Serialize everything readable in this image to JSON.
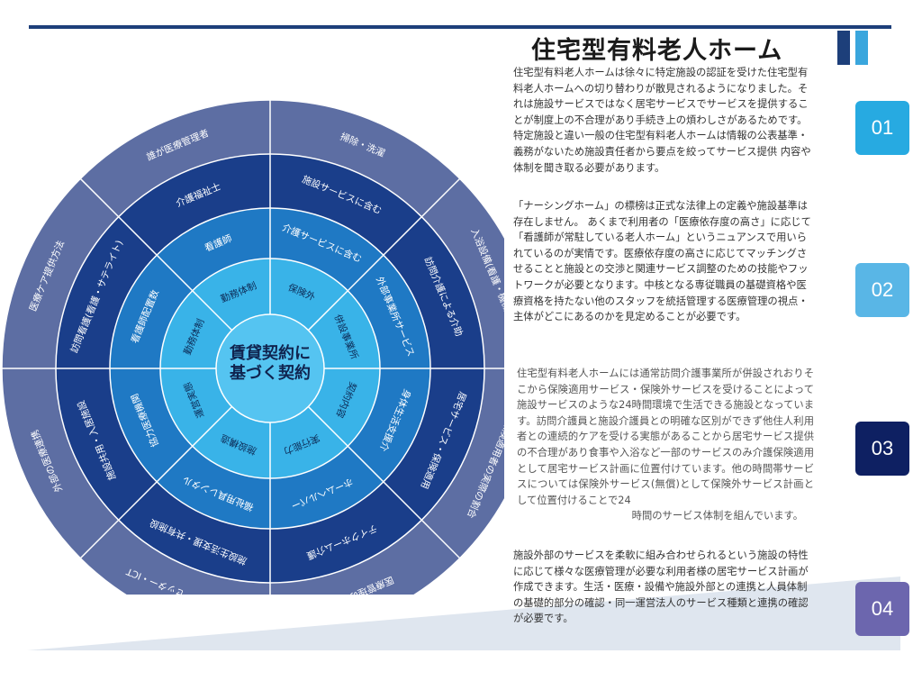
{
  "title": "住宅型有料老人ホーム",
  "paragraphs": {
    "p1": "住宅型有料老人ホームは徐々に特定施設の認証を受けた住宅型有料老人ホームへの切り替わりが散見されるようになりました。それは施設サービスではなく居宅サービスでサービスを提供することが制度上の不合理があり手続き上の煩わしさがあるためです。特定施設と違い一般の住宅型有料老人ホームは情報の公表基準・義務がないため施設責任者から要点を絞ってサービス提供 内容や体制を聞き取る必要があります。",
    "p2": "「ナーシングホーム」の標榜は正式な法律上の定義や施設基準は存在しません。 あくまで利用者の「医療依存度の高さ」に応じて「看護師が常駐している老人ホーム」というニュアンスで用いられているのが実情です。医療依存度の高さに応じてマッチングさせることと施設との交渉と関連サービス調整のための技能やフットワークが必要となります。中核となる専従職員の基礎資格や医療資格を持たない他のスタッフを統括管理する医療管理の視点・主体がどこにあるのかを見定めることが必要です。",
    "p3_main": "住宅型有料老人ホームには通常訪問介護事業所が併設されおりそこから保険適用サービス・保険外サービスを受けることによって施設サービスのような24時間環境で生活できる施設となっています。訪問介護員と施設介護員との明確な区別ができず他住人利用者との連続的ケアを受ける実態があることから居宅サービス提供の不合理があり食事や入浴など一部のサービスのみ介護保険適用として居宅サービス計画に位置付けています。他の時間帯サービスについては保険外サービス(無償)として保険外サービス計画として位置付けることで24",
    "p3_tail": "時間のサービス体制を組んでいます。",
    "p4": "施設外部のサービスを柔軟に組み合わせられるという施設の特性に応じて様々な医療管理が必要な利用者様の居宅サービス計画が作成できます。生活・医療・設備や施設外部との連携と人員体制の基礎的部分の確認・同一運営法人のサービス種類と連携の確認が必要です。"
  },
  "tabs": [
    "01",
    "02",
    "03",
    "04"
  ],
  "wheel": {
    "center_line1": "賃貸契約に",
    "center_line2": "基づく契約",
    "ring1": [
      "勤務体制",
      "保険外",
      "併設事業所",
      "契約内容",
      "実行能力",
      "施設構造",
      "運営実態",
      "勤務体制"
    ],
    "ring2": [
      "看護師",
      "介護サービスに含む",
      "外部事業所サービス",
      "身体生活支援介",
      "ホームヘルパー",
      "福祉用具レンタル",
      "協力医療機関",
      "看護師配置数"
    ],
    "ring3": [
      "介護福祉士",
      "施設サービスに含む",
      "訪問介護による介助",
      "居宅サービス・保険適用",
      "テイクホーム介護",
      "施設生活支援・共有施設",
      "施設共用・入居施設",
      "訪問看護(看護・サテライト)"
    ],
    "ring4": [
      "誰が医療管理者",
      "掃除・洗濯",
      "入浴設備(看護・機械浴)",
      "介護保険適用者の実際の割合",
      "医療管理の範囲",
      "通院搬送・セッター・ICT",
      "外部の医療連携",
      "医療ケア提供方法"
    ]
  },
  "colors": {
    "ring4": "#5d6ea3",
    "ring3": "#1a3e8a",
    "ring2": "#1f79c4",
    "ring1": "#39b3e8",
    "center": "#55c4f1",
    "divider": "#ffffff"
  }
}
